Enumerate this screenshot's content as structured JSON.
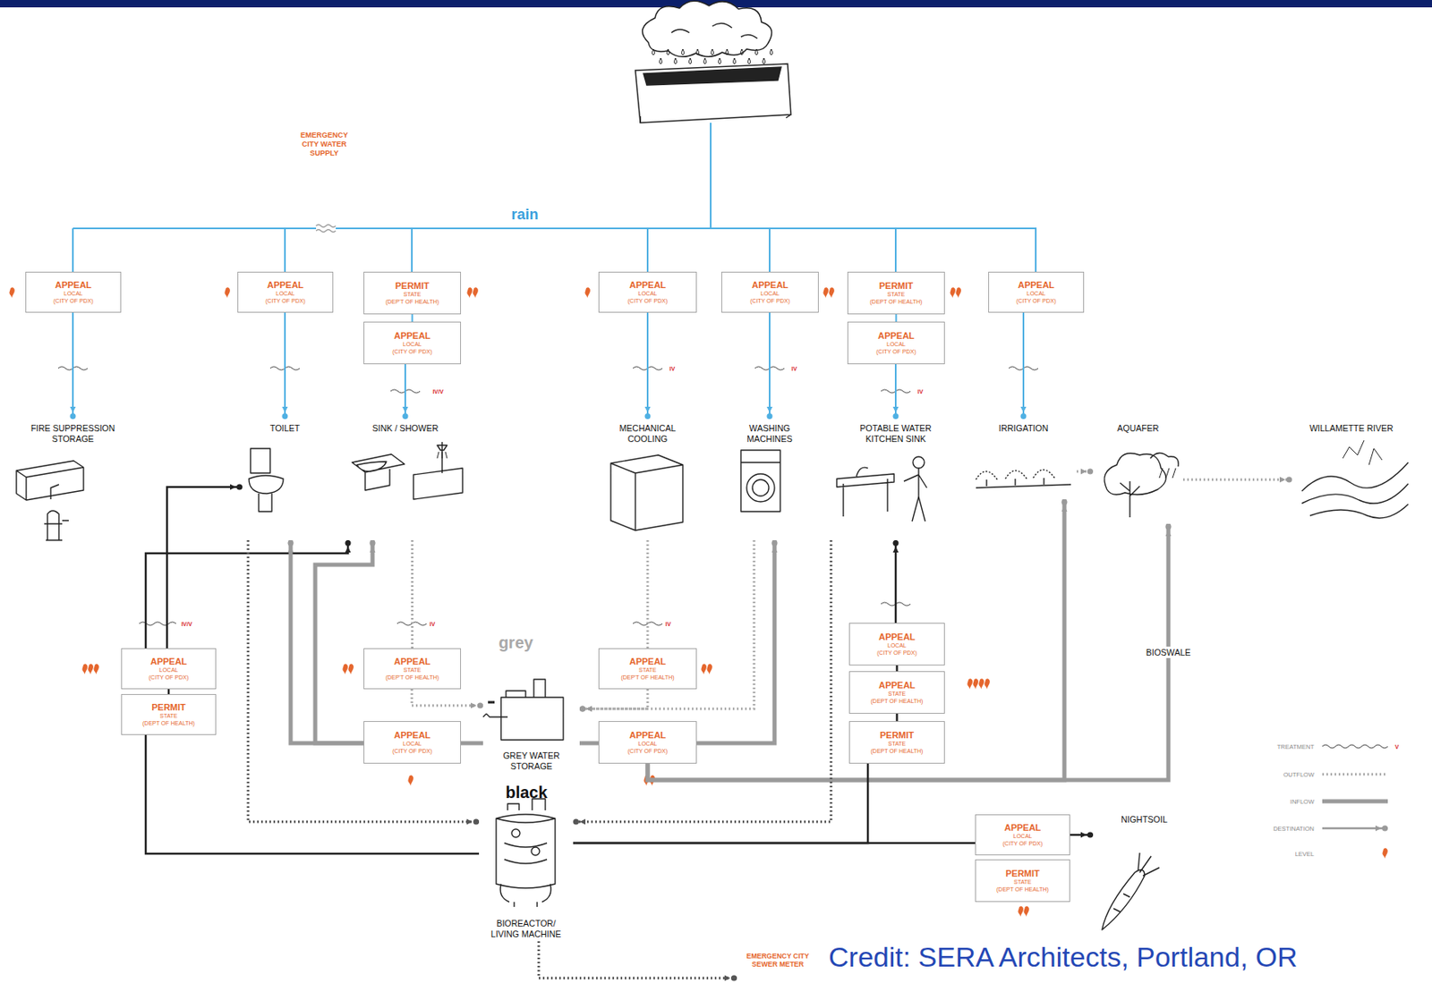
{
  "diagram": {
    "caption": "Credit: SERA Architects, Portland, OR",
    "nodes": [
      {
        "text": [
          "APPEAL",
          "LOCAL",
          "(CITY OF PDX)"
        ]
      },
      {
        "text": [
          "APPEAL",
          "LOCAL",
          "(CITY OF PDX)"
        ]
      },
      {
        "text": [
          "PERMIT",
          "STATE",
          "(DEP'T OF HEALTH)"
        ]
      },
      {
        "text": [
          "APPEAL",
          "LOCAL",
          "(CITY OF PDX)"
        ]
      },
      {
        "text": [
          "APPEAL",
          "LOCAL",
          "(CITY OF PDX)"
        ]
      },
      {
        "text": [
          "APPEAL",
          "LOCAL",
          "(CITY OF PDX)"
        ]
      },
      {
        "text": [
          "PERMIT",
          "STATE",
          "(DEPT OF HEALTH)"
        ]
      },
      {
        "text": [
          "APPEAL",
          "LOCAL",
          "(CITY OF PDX)"
        ]
      },
      {
        "text": [
          "APPEAL",
          "LOCAL",
          "(CITY OF PDX)"
        ]
      },
      {
        "text": [
          "FIRE SUPPRESSION STORAGE"
        ]
      },
      {
        "text": [
          "TOILET"
        ]
      },
      {
        "text": [
          "SINK / SHOWER"
        ]
      },
      {
        "text": [
          "MECHANICAL COOLING"
        ]
      },
      {
        "text": [
          "WASHING MACHINES"
        ]
      },
      {
        "text": [
          "POTABLE WATER KITCHEN SINK"
        ]
      },
      {
        "text": [
          "IRRIGATION"
        ]
      },
      {
        "text": [
          "AQUAFER"
        ]
      },
      {
        "text": [
          "WILLAMETTE RIVER"
        ]
      },
      {
        "text": [
          "APPEAL",
          "LOCAL",
          "(CITY OF PDX)"
        ]
      },
      {
        "text": [
          "PERMIT",
          "STATE",
          "(DEPT OF HEALTH)"
        ]
      },
      {
        "text": [
          "APPEAL",
          "STATE",
          "(DEP'T OF HEALTH)"
        ]
      },
      {
        "text": [
          "APPEAL",
          "STATE",
          "(DEP'T OF HEALTH)"
        ]
      },
      {
        "text": [
          "APPEAL",
          "LOCAL",
          "(CITY OF PDX)"
        ]
      },
      {
        "text": [
          "APPEAL",
          "STATE",
          "(DEPT OF HEALTH)"
        ]
      },
      {
        "text": [
          "PERMIT",
          "STATE",
          "(DEPT OF HEALTH)"
        ]
      },
      {
        "text": [
          "APPEAL",
          "LOCAL",
          "(CITY OF PDX)"
        ]
      },
      {
        "text": [
          "GREY WATER STORAGE"
        ]
      },
      {
        "text": [
          "APPEAL",
          "LOCAL",
          "(CITY OF PDX)"
        ]
      },
      {
        "text": [
          "BIOREACTOR/ LIVING MACHINE"
        ]
      },
      {
        "text": [
          "APPEAL",
          "LOCAL",
          "(CITY OF PDX)"
        ]
      },
      {
        "text": [
          "PERMIT",
          "STATE",
          "(DEPT OF HEALTH)"
        ]
      },
      {
        "text": [
          "NIGHTSOIL"
        ]
      },
      {
        "text": [
          "EMERGENCY CITY SEWER METER"
        ]
      }
    ],
    "edges": [
      {
        "from": 0,
        "to": 9,
        "arrow": "to"
      },
      {
        "from": 1,
        "to": 10,
        "arrow": "to"
      },
      {
        "from": 2,
        "to": 3,
        "arrow": "none"
      },
      {
        "from": 3,
        "to": 11,
        "arrow": "to"
      },
      {
        "from": 4,
        "to": 12,
        "arrow": "to"
      },
      {
        "from": 5,
        "to": 13,
        "arrow": "to"
      },
      {
        "from": 6,
        "to": 7,
        "arrow": "none"
      },
      {
        "from": 7,
        "to": 14,
        "arrow": "to"
      },
      {
        "from": 8,
        "to": 15,
        "arrow": "to"
      },
      {
        "from": 15,
        "to": 16,
        "arrow": "to"
      },
      {
        "from": 16,
        "to": 17,
        "arrow": "to"
      },
      {
        "from": 28,
        "to": 19,
        "arrow": "none"
      },
      {
        "from": 19,
        "to": 18,
        "arrow": "none"
      },
      {
        "from": 18,
        "to": 10,
        "arrow": "to"
      },
      {
        "from": 18,
        "to": 11,
        "arrow": "to"
      },
      {
        "from": 11,
        "to": 20,
        "arrow": "none"
      },
      {
        "from": 20,
        "to": 26,
        "arrow": "to"
      },
      {
        "from": 12,
        "to": 21,
        "arrow": "none"
      },
      {
        "from": 21,
        "to": 26,
        "arrow": "to"
      },
      {
        "from": 13,
        "to": 26,
        "arrow": "to"
      },
      {
        "from": 26,
        "to": 25,
        "arrow": "none"
      },
      {
        "from": 25,
        "to": 10,
        "arrow": "to"
      },
      {
        "from": 25,
        "to": 11,
        "arrow": "to"
      },
      {
        "from": 26,
        "to": 27,
        "arrow": "none"
      },
      {
        "from": 27,
        "to": 13,
        "arrow": "to"
      },
      {
        "from": 27,
        "to": 15,
        "arrow": "to"
      },
      {
        "from": 27,
        "to": 16,
        "label": "BIOSWALE",
        "arrow": "to"
      },
      {
        "from": 10,
        "to": 28,
        "arrow": "to"
      },
      {
        "from": 14,
        "to": 28,
        "arrow": "to"
      },
      {
        "from": 28,
        "to": 24,
        "arrow": "none"
      },
      {
        "from": 24,
        "to": 23,
        "arrow": "none"
      },
      {
        "from": 23,
        "to": 22,
        "arrow": "none"
      },
      {
        "from": 22,
        "to": 14,
        "arrow": "to"
      },
      {
        "from": 28,
        "to": 29,
        "arrow": "none"
      },
      {
        "from": 29,
        "to": 31,
        "arrow": "to"
      },
      {
        "from": 28,
        "to": 32,
        "arrow": "to"
      }
    ],
    "labels": [
      "EMERGENCY CITY WATER SUPPLY",
      "rain",
      "IV/V",
      "IV",
      "IV",
      "IV",
      "IV/V",
      "IV",
      "IV",
      "grey",
      "black",
      "V"
    ],
    "legend": [
      {
        "text": "TREATMENT"
      },
      {
        "text": "OUTFLOW"
      },
      {
        "text": "INFLOW"
      },
      {
        "text": "DESTINATION"
      },
      {
        "text": "LEVEL"
      }
    ]
  }
}
